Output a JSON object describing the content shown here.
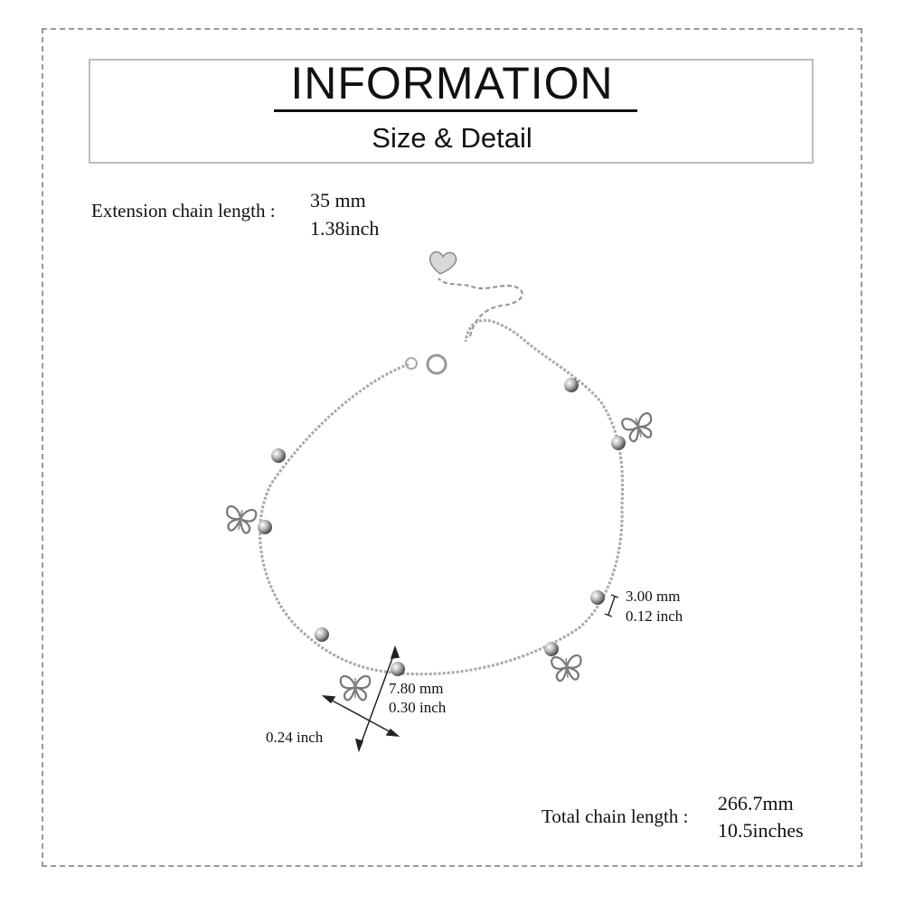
{
  "header": {
    "title": "INFORMATION",
    "subtitle": "Size & Detail"
  },
  "extension": {
    "label": "Extension chain length :",
    "mm": "35 mm",
    "inch": "1.38inch"
  },
  "bead": {
    "mm": "3.00 mm",
    "inch": "0.12 inch"
  },
  "charm": {
    "height_mm": "7.80 mm",
    "height_inch": "0.30 inch",
    "width_inch": "0.24 inch"
  },
  "total": {
    "label": "Total chain length :",
    "mm": "266.7mm",
    "inch": "10.5inches"
  },
  "colors": {
    "frame": "#9a9a9a",
    "header_border": "#bdbdbd",
    "silver": "#b8b8b8",
    "text": "#111111"
  }
}
